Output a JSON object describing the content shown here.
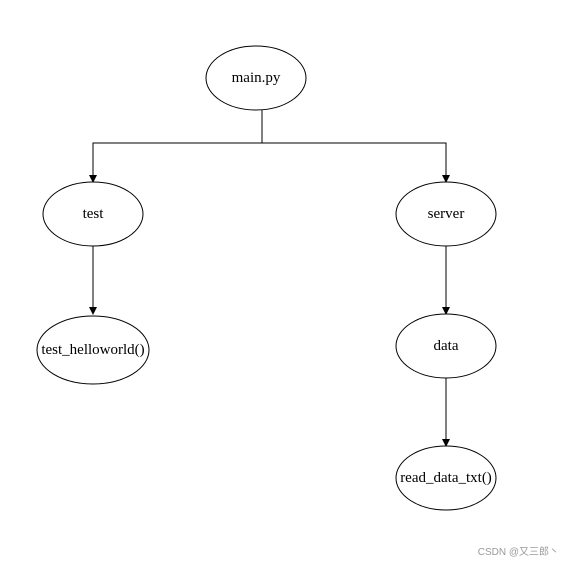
{
  "nodes": {
    "main": {
      "label": "main.py"
    },
    "test": {
      "label": "test"
    },
    "server": {
      "label": "server"
    },
    "test_helloworld": {
      "label": "test_helloworld()"
    },
    "data": {
      "label": "data"
    },
    "read_data_txt": {
      "label": "read_data_txt()"
    }
  },
  "watermark": {
    "text": "CSDN @又三郎丶"
  }
}
